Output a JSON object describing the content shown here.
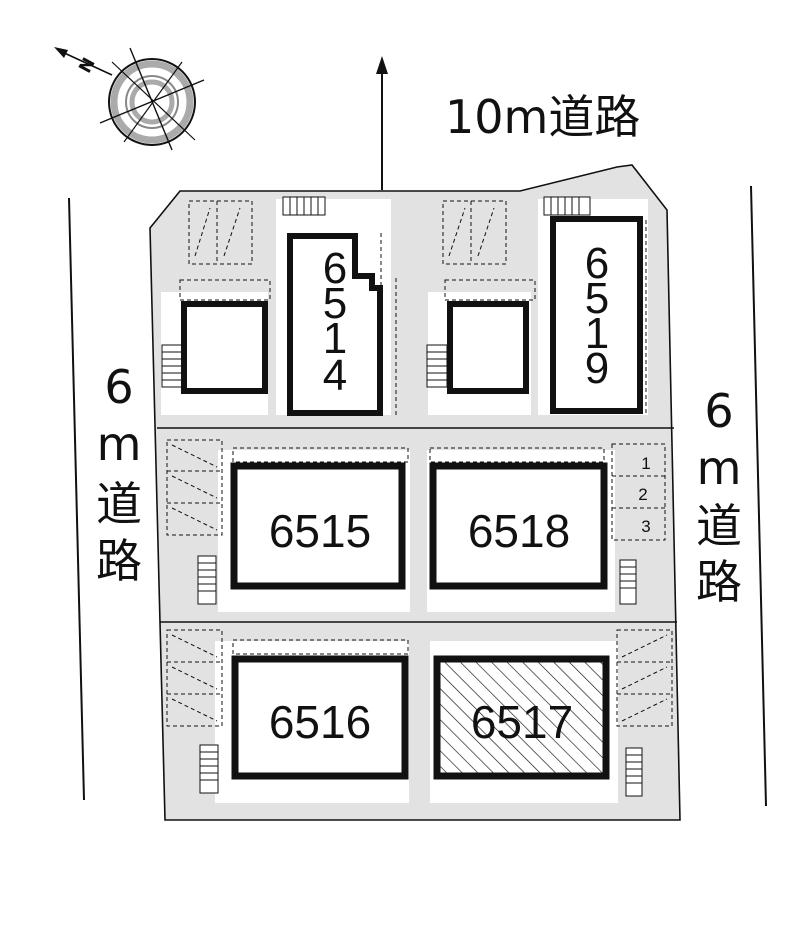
{
  "roads": {
    "north": "10m道路",
    "west": [
      "6",
      "m",
      "道",
      "路"
    ],
    "east": [
      "6",
      "m",
      "道",
      "路"
    ]
  },
  "compass": {
    "north_letter": "N"
  },
  "units": {
    "u6514": [
      "6",
      "5",
      "1",
      "4"
    ],
    "u6519": [
      "6",
      "5",
      "1",
      "9"
    ],
    "u6515": "6515",
    "u6518": "6518",
    "u6516": "6516",
    "u6517": "6517"
  },
  "parking_numbers": [
    "1",
    "2",
    "3"
  ],
  "colors": {
    "site_fill": "#e2e2e2",
    "building_wall": "#111111",
    "highlight_hatch": "#111111"
  },
  "highlighted_unit": "6517"
}
